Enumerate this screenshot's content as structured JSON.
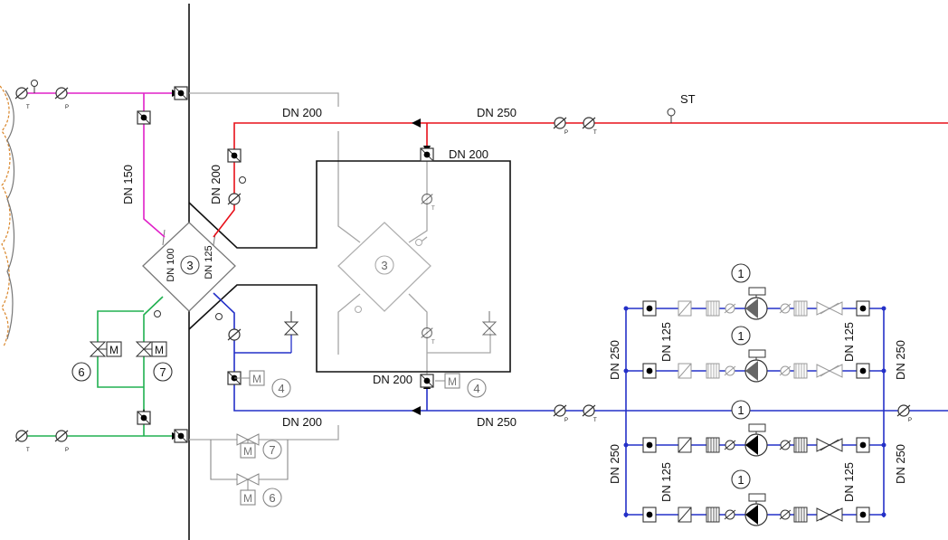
{
  "colors": {
    "supply": "#e8101a",
    "return": "#2430c8",
    "primary_in": "#e020c8",
    "primary_out": "#20b050",
    "ghost": "#a6a6a6",
    "line": "#111111"
  },
  "labels": {
    "dn200_top": "DN 200",
    "dn250_supply": "DN 250",
    "st": "ST",
    "dn200_hx2_top": "DN 200",
    "dn150": "DN 150",
    "dn200_vert": "DN 200",
    "dn100": "DN 100",
    "dn125_hx1": "DN 125",
    "dn200_return_mid": "DN 200",
    "dn250_return": "DN 250",
    "dn200_bottom": "DN 200",
    "dn250_left_upper": "DN 250",
    "dn250_left_lower": "DN 250",
    "dn250_right_upper": "DN 250",
    "dn250_right_lower": "DN 250",
    "dn125_pump_in_upper": "DN 125",
    "dn125_pump_in_lower": "DN 125",
    "dn125_pump_out_upper": "DN 125",
    "dn125_pump_out_lower": "DN 125"
  },
  "instrument_letters": {
    "t": "T",
    "p": "P",
    "motor": "M"
  },
  "circle_numbers": {
    "hx1": "3",
    "hx2": "3",
    "pump1": "1",
    "pump2": "1",
    "pump3": "1",
    "pump4": "1",
    "valve_primary_6": "6",
    "valve_primary_7": "7",
    "valve_4_left": "4",
    "valve_4_right": "4",
    "valve_bottom_7": "7",
    "valve_bottom_6": "6"
  }
}
